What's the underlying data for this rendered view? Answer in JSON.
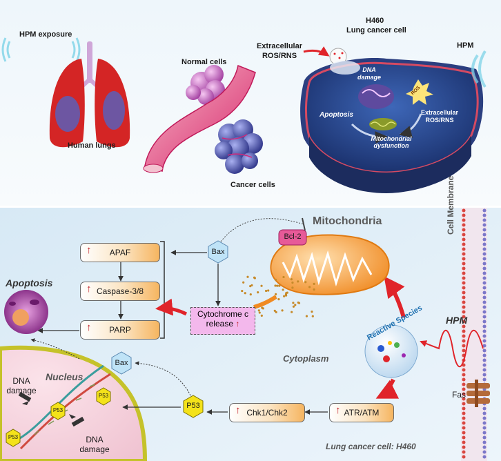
{
  "top_panel": {
    "hpm_exposure": "HPM exposure",
    "human_lungs": "Human lungs",
    "normal_cells": "Normal cells",
    "cancer_cells": "Cancer cells",
    "extracellular_ros_rns": "Extracellular ROS/RNS",
    "cell_title_line1": "H460",
    "cell_title_line2": "Lung cancer cell",
    "hpm": "HPM",
    "dna_damage": "DNA damage",
    "apoptosis": "Apoptosis",
    "extracellular_ros_rns_inner": "Extracellular ROS/RNS",
    "mito_dysfunction": "Mitochondrial dysfunction",
    "ros_tag": "ROS"
  },
  "bottom_panel": {
    "mitochondria": "Mitochondria",
    "bcl2": "Bcl-2",
    "bax": "Bax",
    "bax_nucleus": "Bax",
    "apaf": "APAF",
    "caspase": "Caspase-3/8",
    "parp": "PARP",
    "cyto_c_line1": "Cytochrome c",
    "cyto_c_line2": "release",
    "apoptosis": "Apoptosis",
    "cytoplasm": "Cytoplasm",
    "reactive_species": "Reactive Species",
    "hpm": "HPM",
    "cell_membrane": "Cell Membrane",
    "fas": "Fas",
    "nucleus": "Nucleus",
    "dna_damage_1": "DNA damage",
    "dna_damage_2": "DNA damage",
    "p53": "P53",
    "chk": "Chk1/Chk2",
    "atr": "ATR/ATM",
    "lung_cancer_cell": "Lung cancer cell: H460"
  },
  "colors": {
    "lung_red": "#d42525",
    "cancer_purple": "#5a5fb8",
    "cell_blue": "#2f4f9a",
    "box_orange": "#f6b560",
    "arrow_red": "#e0242a",
    "p53_yellow": "#f4e21a",
    "bax_blue": "#bfe3f7"
  }
}
